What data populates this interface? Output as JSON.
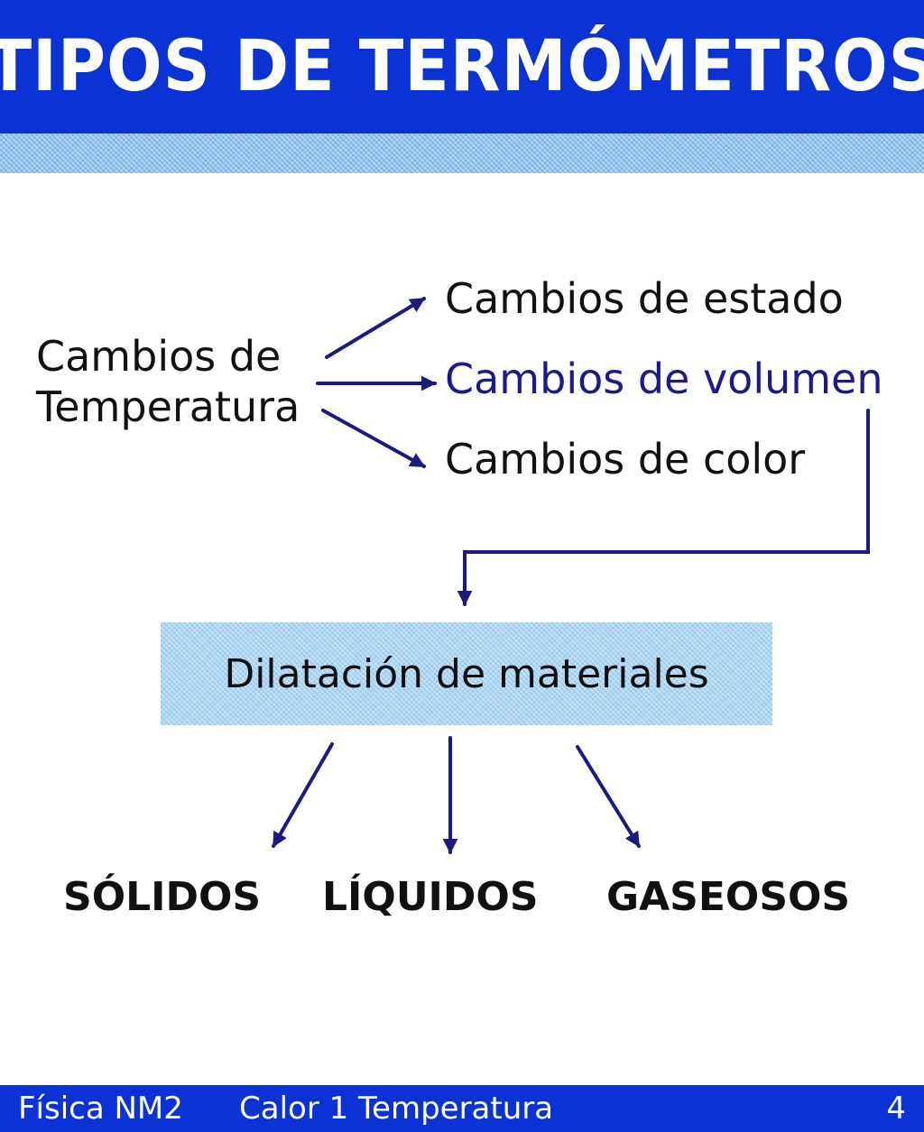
{
  "title": "TIPOS DE TERMÓMETROS",
  "source_lines": [
    "Cambios de",
    "Temperatura"
  ],
  "branches": {
    "estado": "Cambios de estado",
    "volumen": "Cambios de volumen",
    "color": "Cambios de color"
  },
  "dilatacion": "Dilatación de materiales",
  "states": {
    "solidos": "SÓLIDOS",
    "liquidos": "LÍQUIDOS",
    "gaseosos": "GASEOSOS"
  },
  "footer": {
    "subject": "Física NM2",
    "unit": "Calor 1 Temperatura",
    "page": "4"
  },
  "colors": {
    "header_blue": "#0a32d4",
    "arrow_navy": "#1a1a80",
    "highlight_text": "#1a1a8c",
    "box_light_blue": "#a8d6f4"
  }
}
